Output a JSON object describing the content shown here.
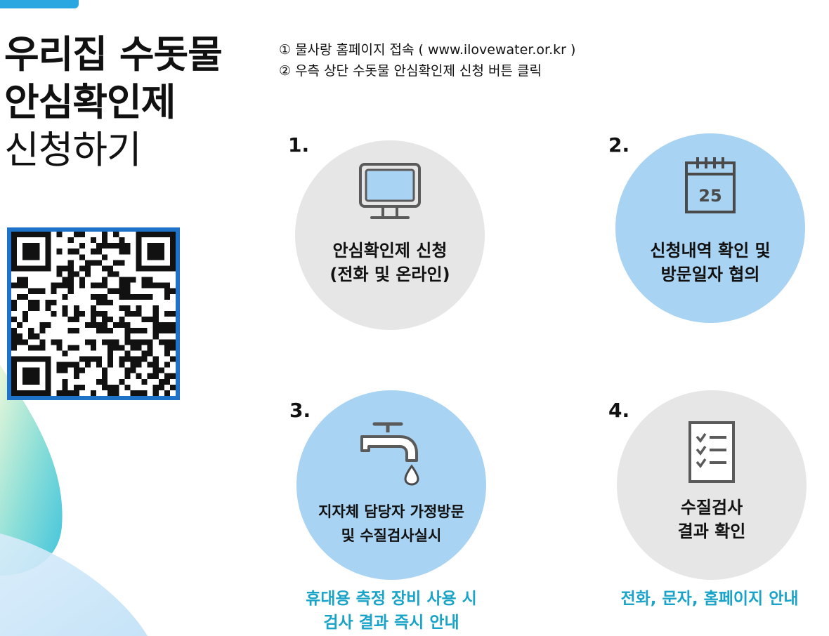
{
  "title": {
    "line1": "우리집 수돗물",
    "line2": "안심확인제",
    "line3": "신청하기"
  },
  "intro": {
    "step1": "① 물사랑 홈페이지 접속 ( www.ilovewater.or.kr )",
    "step2": "② 우측 상단 수돗물 안심확인제 신청 버튼 클릭"
  },
  "qr": {
    "icon": "qr-code-icon"
  },
  "steps": [
    {
      "number": "1.",
      "icon": "monitor-icon",
      "label1": "안심확인제 신청",
      "label2": "(전화 및 온라인)",
      "color": "#e6e6e6"
    },
    {
      "number": "2.",
      "icon": "calendar-icon",
      "calendar_day": "25",
      "label1": "신청내역 확인 및",
      "label2": "방문일자 협의",
      "color": "#a9d3f2"
    },
    {
      "number": "3.",
      "icon": "faucet-icon",
      "label1": "지자체 담당자 가정방문",
      "label2": "및 수질검사실시",
      "color": "#a9d3f2"
    },
    {
      "number": "4.",
      "icon": "checklist-icon",
      "label1": "수질검사",
      "label2": "결과 확인",
      "color": "#e6e6e6"
    }
  ],
  "notes": {
    "step3_line1": "휴대용 측정 장비 사용 시",
    "step3_line2": "검사 결과 즉시 안내",
    "step4": "전화, 문자, 홈페이지 안내"
  },
  "colors": {
    "accent": "#2aa6e0",
    "note_text": "#1aa3c9",
    "qr_border": "#1e73c8"
  }
}
